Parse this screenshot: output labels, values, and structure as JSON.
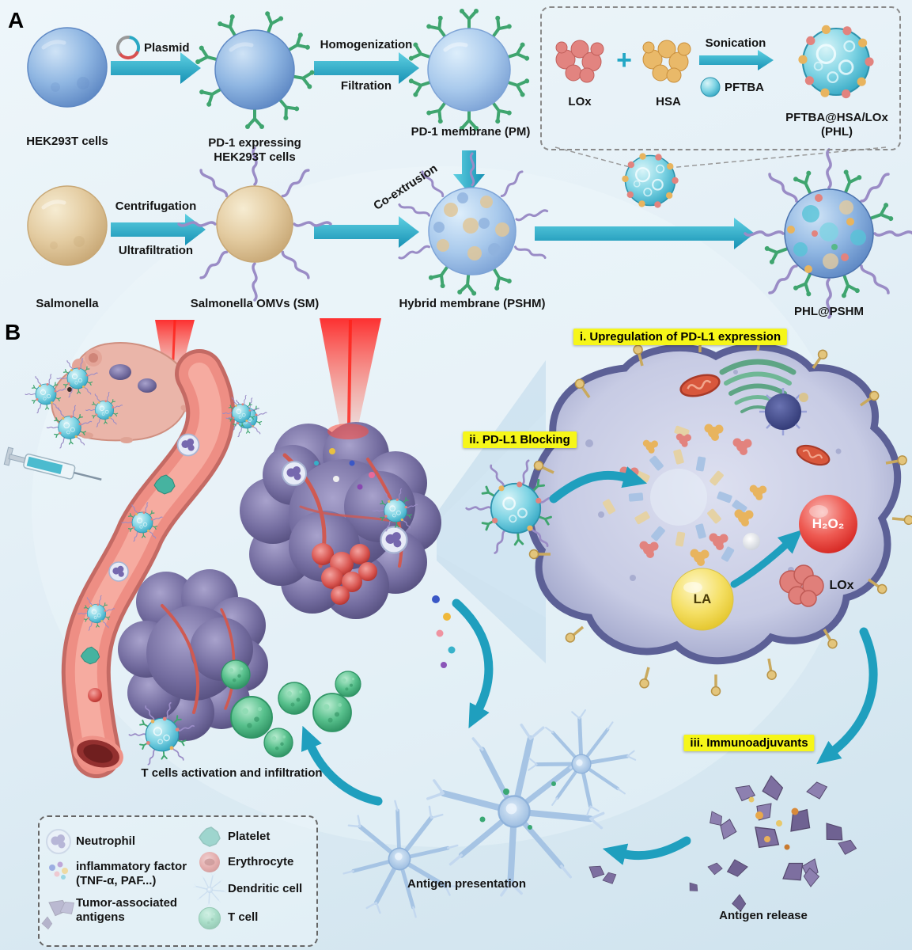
{
  "figure": {
    "panel_a_label": "A",
    "panel_b_label": "B"
  },
  "panelA": {
    "plasmid": "Plasmid",
    "hek_cells": "HEK293T cells",
    "pd1_expressing_line1": "PD-1 expressing",
    "pd1_expressing_line2": "HEK293T cells",
    "homogenization": "Homogenization",
    "filtration": "Filtration",
    "pd1_membrane": "PD-1 membrane (PM)",
    "coextrusion": "Co-extrusion",
    "salmonella": "Salmonella",
    "centrifugation": "Centrifugation",
    "ultrafiltration": "Ultrafiltration",
    "salmonella_omvs": "Salmonella OMVs (SM)",
    "hybrid_membrane": "Hybrid membrane (PSHM)",
    "phl_at_pshm": "PHL@PSHM",
    "inset": {
      "lox": "LOx",
      "plus": "+",
      "hsa": "HSA",
      "sonication": "Sonication",
      "pftba": "PFTBA",
      "product_line1": "PFTBA@HSA/LOx",
      "product_line2": "(PHL)"
    }
  },
  "panelB": {
    "step_i": "i. Upregulation of PD-L1 expression",
    "step_ii": "ii. PD-L1 Blocking",
    "step_iii": "iii. Immunoadjuvants",
    "h2o2": "H₂O₂",
    "la": "LA",
    "lox": "LOx",
    "t_cells": "T cells activation and infiltration",
    "antigen_presentation": "Antigen presentation",
    "antigen_release": "Antigen release"
  },
  "legend": {
    "neutrophil": "Neutrophil",
    "inflammatory_line1": "inflammatory factor",
    "inflammatory_line2": "(TNF-α, PAF...)",
    "tumor_antigens_line1": "Tumor-associated",
    "tumor_antigens_line2": "antigens",
    "platelet": "Platelet",
    "erythrocyte": "Erythrocyte",
    "dendritic_cell": "Dendritic cell",
    "t_cell": "T cell"
  },
  "colors": {
    "accent_teal": "#1f9fbe",
    "highlight_yellow": "#f6f619",
    "membrane_blue": "#8fb6e2",
    "omv_tan": "#e3cba0",
    "tumor_purple": "#736c9f",
    "laser_red": "#ff2018"
  }
}
